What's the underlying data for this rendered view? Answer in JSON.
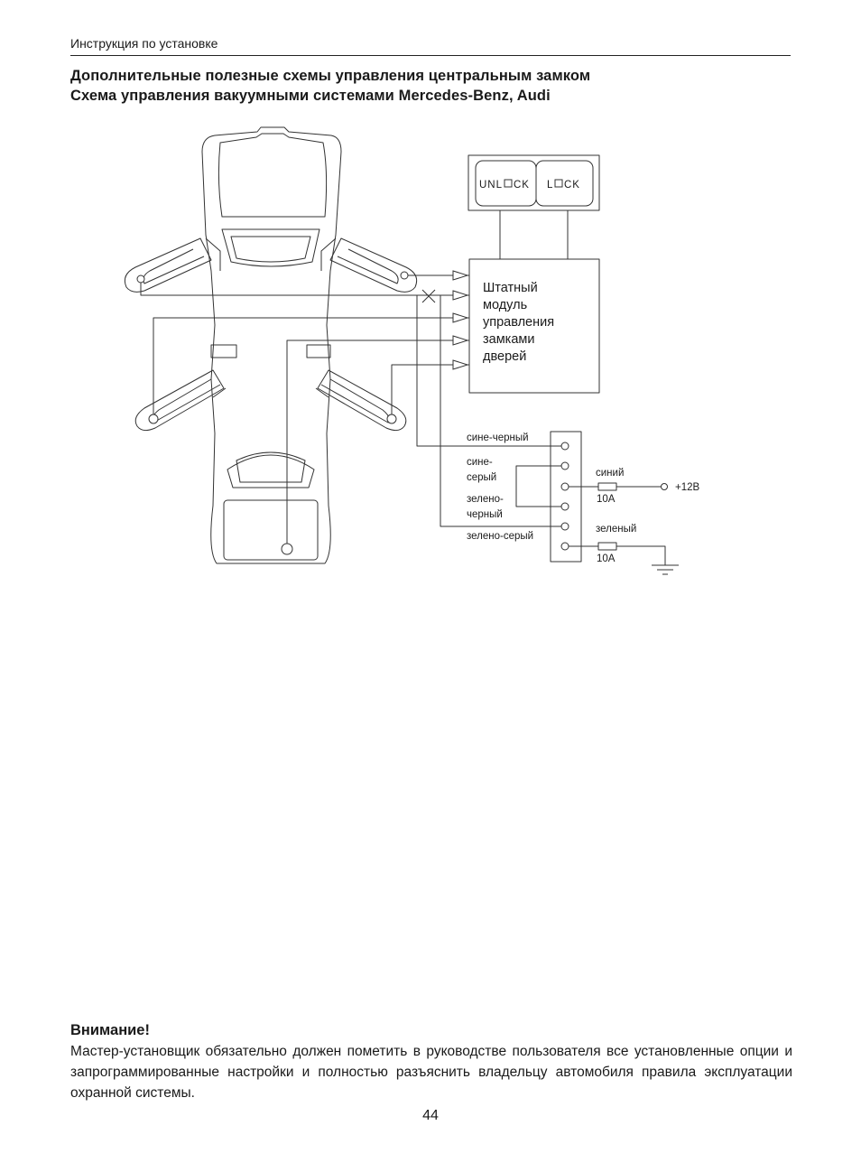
{
  "header": {
    "running_title": "Инструкция по установке"
  },
  "titles": [
    "Дополнительные полезные схемы управления центральным замком",
    "Схема управления вакуумными системами Mercedes-Benz, Audi"
  ],
  "diagram": {
    "switch": {
      "unlock": "UNL",
      "unlock_tail": "CK",
      "lock": "L",
      "lock_tail": "CK"
    },
    "module_label": [
      "Штатный",
      "модуль",
      "управления",
      "замками",
      "дверей"
    ],
    "connector_labels": {
      "blue_black": "сине-черный",
      "blue_gray_1": "сине-",
      "blue_gray_2": "серый",
      "green_black_1": "зелено-",
      "green_black_2": "черный",
      "green_gray": "зелено-серый"
    },
    "wire_blue": "синий",
    "fuse_1": "10А",
    "power": "+12В",
    "wire_green": "зеленый",
    "fuse_2": "10А"
  },
  "warning": {
    "title": "Внимание!",
    "text": "Мастер-установщик обязательно должен пометить в руководстве пользователя все установленные опции и запрограммированные настройки и полностью разъяснить владельцу автомобиля правила эксплуатации охранной системы."
  },
  "page_number": "44"
}
